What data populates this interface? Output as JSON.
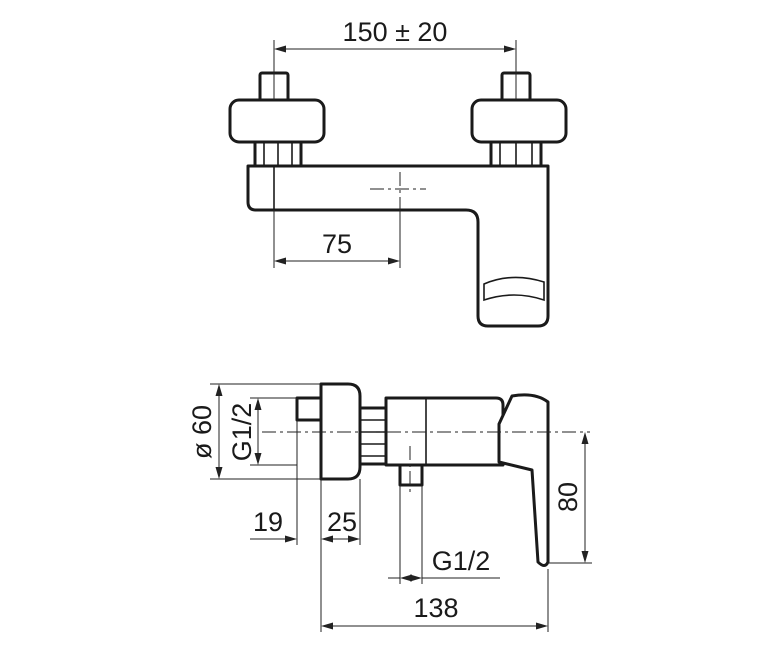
{
  "dimensions": {
    "spacing": "150 ± 20",
    "offset": "75",
    "diameter": "ø 60",
    "thread_left": "G1/2",
    "d19": "19",
    "d25": "25",
    "height": "80",
    "thread_bottom": "G1/2",
    "length": "138"
  }
}
